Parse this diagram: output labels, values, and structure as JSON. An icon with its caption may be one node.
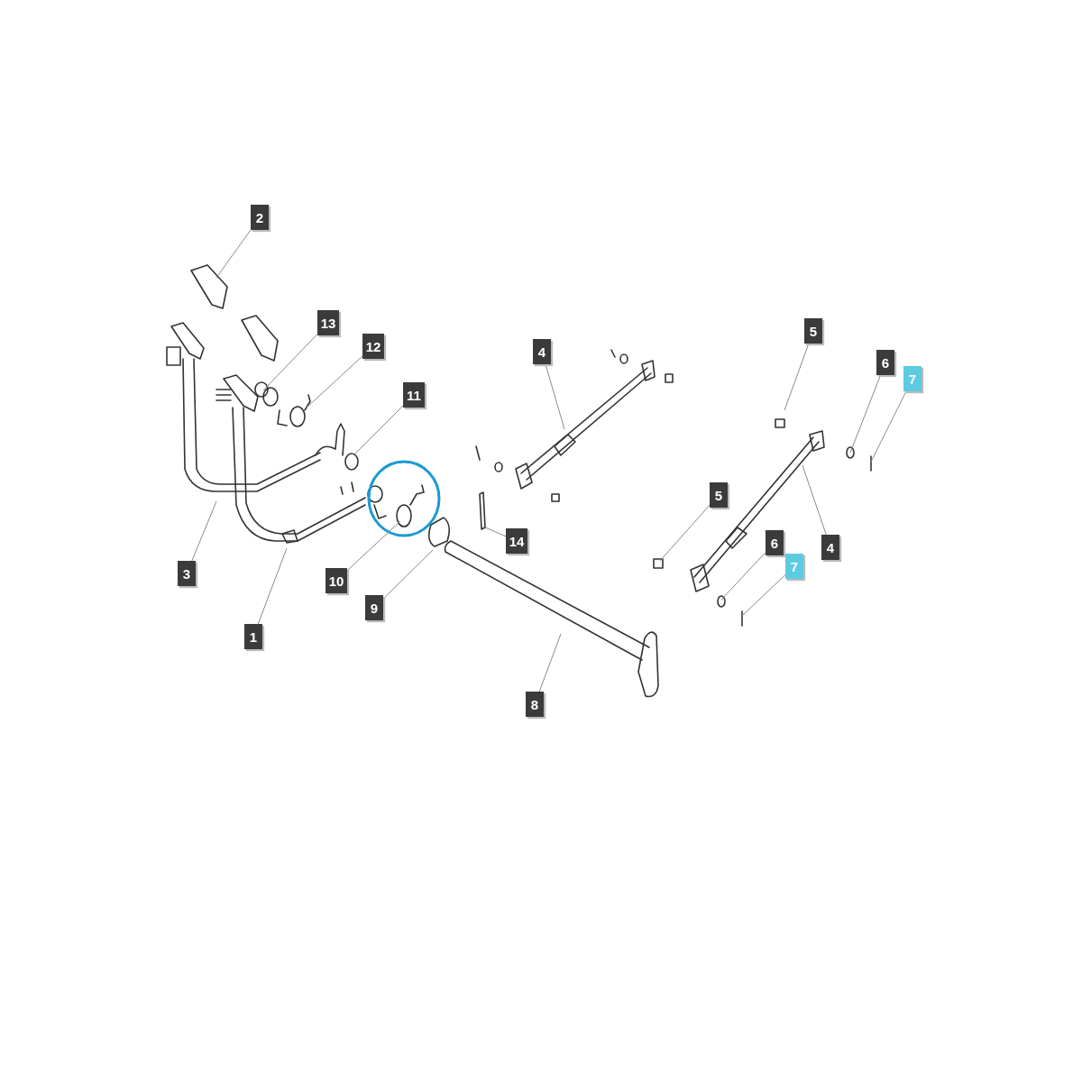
{
  "diagram": {
    "nodes": [
      {
        "text": [
          "2"
        ]
      },
      {
        "text": [
          "13"
        ]
      },
      {
        "text": [
          "12"
        ]
      },
      {
        "text": [
          "5"
        ]
      },
      {
        "text": [
          "4"
        ]
      },
      {
        "text": [
          "6"
        ]
      },
      {
        "text": [
          "7"
        ]
      },
      {
        "text": [
          "11"
        ]
      },
      {
        "text": [
          "5"
        ]
      },
      {
        "text": [
          "14"
        ]
      },
      {
        "text": [
          "6"
        ]
      },
      {
        "text": [
          "4"
        ]
      },
      {
        "text": [
          "7"
        ]
      },
      {
        "text": [
          "3"
        ]
      },
      {
        "text": [
          "10"
        ]
      },
      {
        "text": [
          "9"
        ]
      },
      {
        "text": [
          "1"
        ]
      },
      {
        "text": [
          "8"
        ]
      }
    ],
    "edges": [
      {
        "from": 0,
        "to": null,
        "arrow": "none"
      },
      {
        "from": 1,
        "to": null,
        "arrow": "none"
      },
      {
        "from": 2,
        "to": null,
        "arrow": "none"
      },
      {
        "from": 3,
        "to": null,
        "arrow": "none"
      },
      {
        "from": 4,
        "to": null,
        "arrow": "none"
      },
      {
        "from": 5,
        "to": null,
        "arrow": "none"
      },
      {
        "from": 6,
        "to": null,
        "arrow": "none"
      },
      {
        "from": 7,
        "to": null,
        "arrow": "none"
      },
      {
        "from": 8,
        "to": null,
        "arrow": "none"
      },
      {
        "from": 9,
        "to": null,
        "arrow": "none"
      },
      {
        "from": 10,
        "to": null,
        "arrow": "none"
      },
      {
        "from": 11,
        "to": null,
        "arrow": "none"
      },
      {
        "from": 12,
        "to": null,
        "arrow": "none"
      },
      {
        "from": 13,
        "to": null,
        "arrow": "none"
      },
      {
        "from": 14,
        "to": null,
        "arrow": "none"
      },
      {
        "from": 15,
        "to": null,
        "arrow": "none"
      },
      {
        "from": 16,
        "to": null,
        "arrow": "none"
      },
      {
        "from": 17,
        "to": null,
        "arrow": "none"
      }
    ]
  }
}
